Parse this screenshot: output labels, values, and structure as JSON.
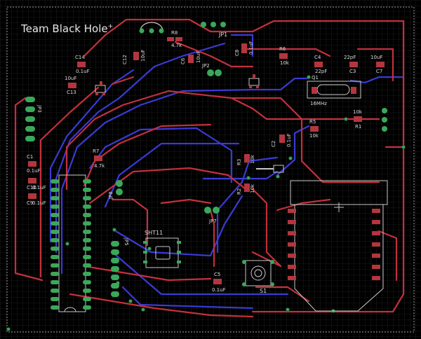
{
  "board": {
    "title": "Team Black Hole",
    "title_mark": "+",
    "colors": {
      "background": "#000000",
      "grid": "#333333",
      "top_trace": "#c4303c",
      "bottom_trace": "#3a3ad6",
      "pad": "#3aa85a",
      "outline": "#c8c8c8",
      "label": "#d9d9d9"
    }
  },
  "labels": {
    "jp1": "JP1",
    "jp2": "JP2",
    "jp3": "JP3",
    "jp5": "JP5",
    "jp7": "JP7",
    "jp8": "JP8",
    "r1": "R1",
    "r1_val": "10k",
    "r2": "R2",
    "r2_val": "10k",
    "r3": "R3",
    "r3_val": "10k",
    "r5": "R5",
    "r5_val": "10k",
    "r6": "R6",
    "r6_val": "10k",
    "r7": "R7",
    "r7_val": "4.7k",
    "r8": "R8",
    "r8_val": "4.7k",
    "c1": "C1",
    "c1_val": "0.1uF",
    "c2": "C2",
    "c2_val": "0.1uF",
    "c3": "C3",
    "c3_val": "22pF",
    "c4": "C4",
    "c4_val": "22pF",
    "c5": "C5",
    "c5_val": "0.1uF",
    "c6": "C6",
    "c6_val": "10uF",
    "c7": "C7",
    "c7_val": "10uF",
    "c8": "C8",
    "c8_val": "0.1uF",
    "c9": "C9",
    "c9_val": "0.1uF",
    "c10": "C10",
    "c10_val": "0.1uF",
    "c12": "C12",
    "c12_val": "10uF",
    "c13": "C13",
    "c13_val": "10uF",
    "c14": "C14",
    "c14_val": "0.1uF",
    "q1": "Q1",
    "q1_val": "16MHz",
    "sht11": "SHT11",
    "s1": "S1"
  }
}
